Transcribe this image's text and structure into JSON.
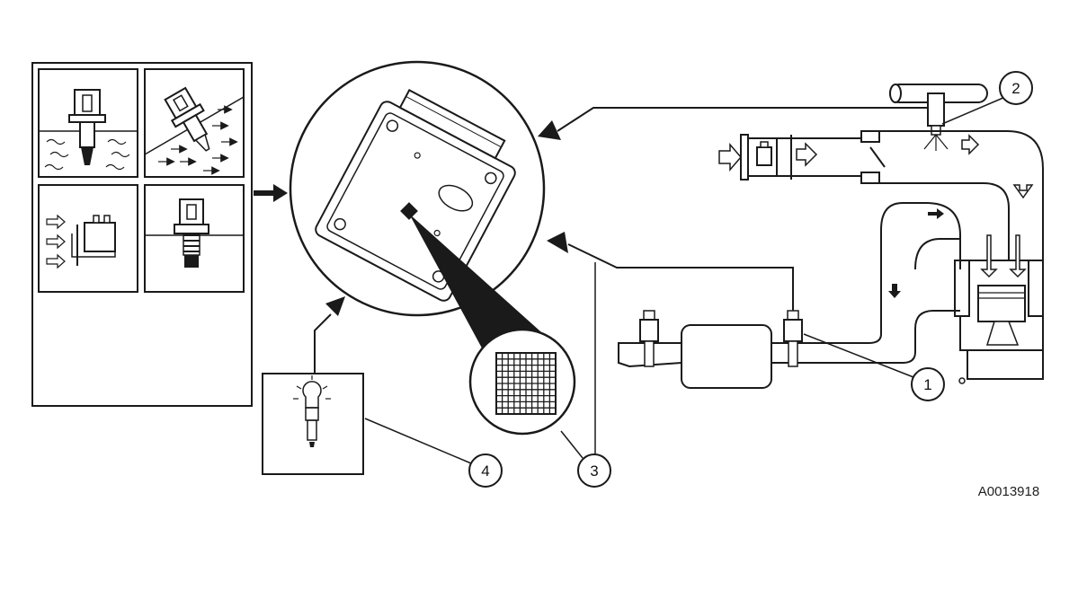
{
  "figure": {
    "code": "A0013918",
    "callouts": [
      "1",
      "2",
      "3",
      "4"
    ]
  },
  "colors": {
    "line": "#1a1a1a",
    "background": "#ffffff"
  }
}
